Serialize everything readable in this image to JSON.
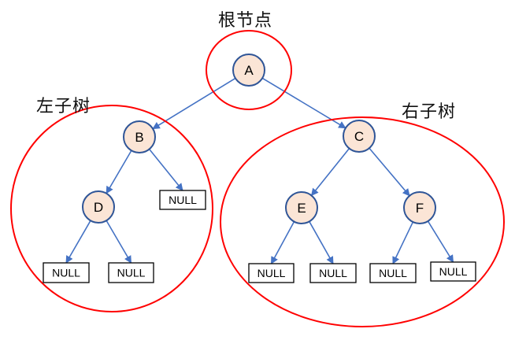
{
  "labels": {
    "root": "根节点",
    "left_subtree": "左子树",
    "right_subtree": "右子树"
  },
  "colors": {
    "node_fill": "#fbe5d6",
    "node_stroke": "#2f5597",
    "edge": "#4472c4",
    "group_outline": "#ff0000",
    "null_box_stroke": "#000000"
  },
  "null_label": "NULL",
  "nodes": [
    {
      "id": "A",
      "label": "A"
    },
    {
      "id": "B",
      "label": "B"
    },
    {
      "id": "C",
      "label": "C"
    },
    {
      "id": "D",
      "label": "D"
    },
    {
      "id": "E",
      "label": "E"
    },
    {
      "id": "F",
      "label": "F"
    }
  ],
  "null_leaves": [
    {
      "id": "null-B-right",
      "parent": "B",
      "side": "right"
    },
    {
      "id": "null-D-left",
      "parent": "D",
      "side": "left"
    },
    {
      "id": "null-D-right",
      "parent": "D",
      "side": "right"
    },
    {
      "id": "null-E-left",
      "parent": "E",
      "side": "left"
    },
    {
      "id": "null-E-right",
      "parent": "E",
      "side": "right"
    },
    {
      "id": "null-F-left",
      "parent": "F",
      "side": "left"
    },
    {
      "id": "null-F-right",
      "parent": "F",
      "side": "right"
    }
  ],
  "edges": [
    {
      "from": "A",
      "to": "B"
    },
    {
      "from": "A",
      "to": "C"
    },
    {
      "from": "B",
      "to": "D"
    },
    {
      "from": "B",
      "to": "null-B-right"
    },
    {
      "from": "C",
      "to": "E"
    },
    {
      "from": "C",
      "to": "F"
    },
    {
      "from": "D",
      "to": "null-D-left"
    },
    {
      "from": "D",
      "to": "null-D-right"
    },
    {
      "from": "E",
      "to": "null-E-left"
    },
    {
      "from": "E",
      "to": "null-E-right"
    },
    {
      "from": "F",
      "to": "null-F-left"
    },
    {
      "from": "F",
      "to": "null-F-right"
    }
  ],
  "groups": [
    {
      "id": "root-group",
      "label_key": "root",
      "contains": [
        "A"
      ]
    },
    {
      "id": "left-subtree-group",
      "label_key": "left_subtree",
      "contains": [
        "B",
        "D"
      ]
    },
    {
      "id": "right-subtree-group",
      "label_key": "right_subtree",
      "contains": [
        "C",
        "E",
        "F"
      ]
    }
  ]
}
